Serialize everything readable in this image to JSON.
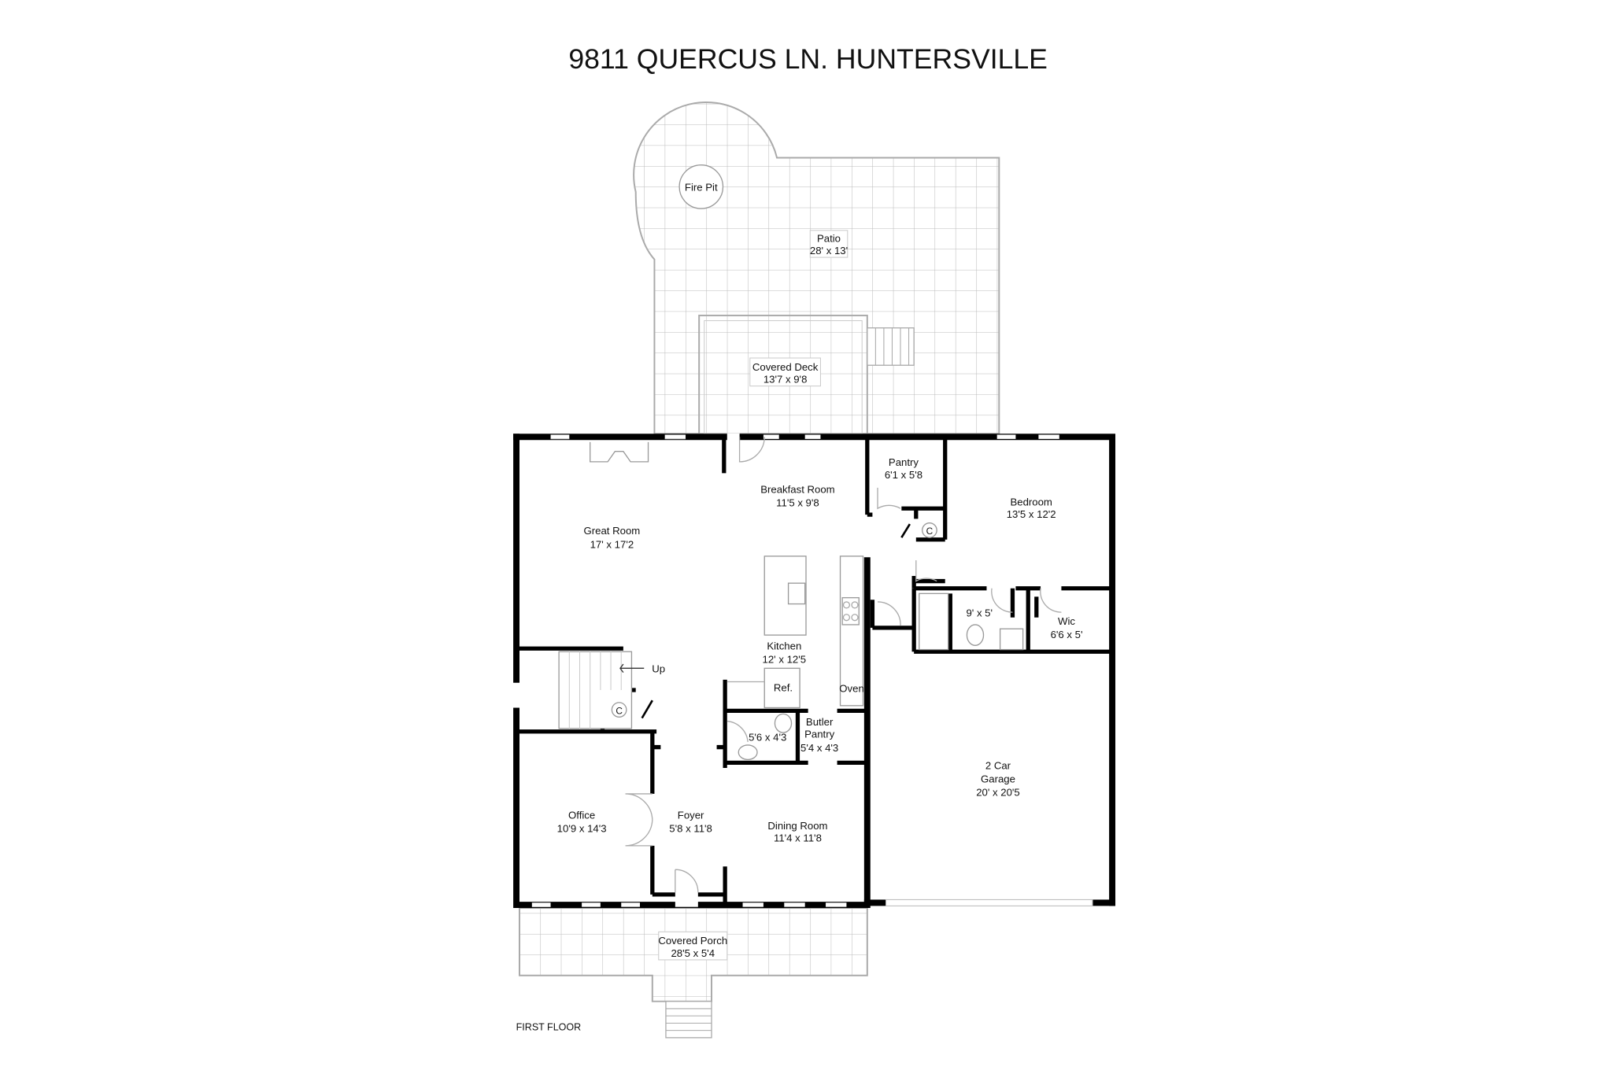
{
  "title": "9811 QUERCUS LN. HUNTERSVILLE",
  "floor_label": "FIRST FLOOR",
  "rooms": {
    "fire_pit": {
      "name": "Fire Pit"
    },
    "patio": {
      "name": "Patio",
      "size": "28' x 13'"
    },
    "covered_deck": {
      "name": "Covered Deck",
      "size": "13'7 x 9'8"
    },
    "pantry": {
      "name": "Pantry",
      "size": "6'1 x 5'8"
    },
    "breakfast_room": {
      "name": "Breakfast Room",
      "size": "11'5 x 9'8"
    },
    "bedroom": {
      "name": "Bedroom",
      "size": "13'5 x 12'2"
    },
    "great_room": {
      "name": "Great Room",
      "size": "17' x 17'2"
    },
    "bath": {
      "size": "9' x 5'"
    },
    "wic": {
      "name": "Wic",
      "size": "6'6 x 5'"
    },
    "kitchen": {
      "name": "Kitchen",
      "size": "12' x 12'5"
    },
    "powder": {
      "size": "5'6 x 4'3"
    },
    "butler_pantry": {
      "name": "Butler Pantry",
      "line1": "Butler",
      "line2": "Pantry",
      "size": "5'4 x 4'3"
    },
    "garage": {
      "line1": "2 Car",
      "line2": "Garage",
      "size": "20' x 20'5"
    },
    "office": {
      "name": "Office",
      "size": "10'9 x 14'3"
    },
    "foyer": {
      "name": "Foyer",
      "size": "5'8 x 11'8"
    },
    "dining_room": {
      "name": "Dining Room",
      "size": "11'4 x 11'8"
    },
    "covered_porch": {
      "name": "Covered Porch",
      "size": "28'5 x 5'4"
    }
  },
  "fixtures": {
    "refrigerator": "Ref.",
    "oven": "Oven",
    "stairs_up": "Up",
    "closet": "C"
  }
}
